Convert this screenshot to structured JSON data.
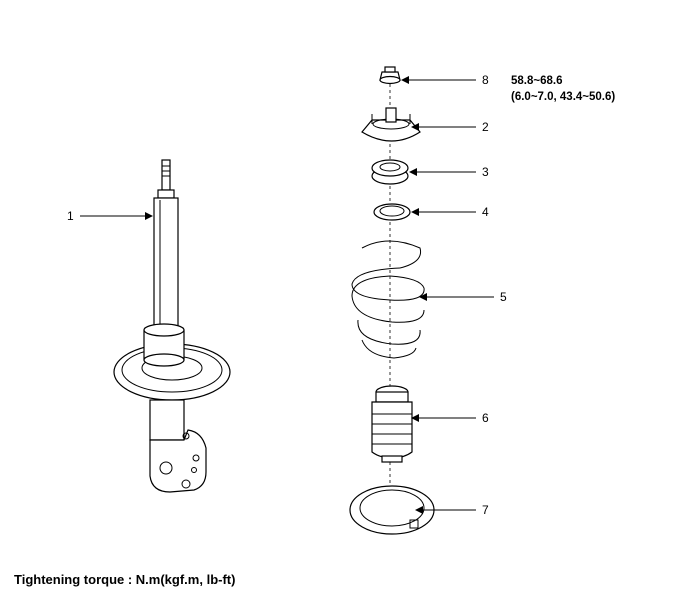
{
  "callouts": [
    {
      "id": "1",
      "label": "1"
    },
    {
      "id": "2",
      "label": "2"
    },
    {
      "id": "3",
      "label": "3"
    },
    {
      "id": "4",
      "label": "4"
    },
    {
      "id": "5",
      "label": "5"
    },
    {
      "id": "6",
      "label": "6"
    },
    {
      "id": "7",
      "label": "7"
    },
    {
      "id": "8",
      "label": "8"
    }
  ],
  "torque_spec": {
    "line1": "58.8~68.6",
    "line2": "(6.0~7.0, 43.4~50.6)"
  },
  "caption": "Tightening torque : N.m(kgf.m, lb-ft)"
}
